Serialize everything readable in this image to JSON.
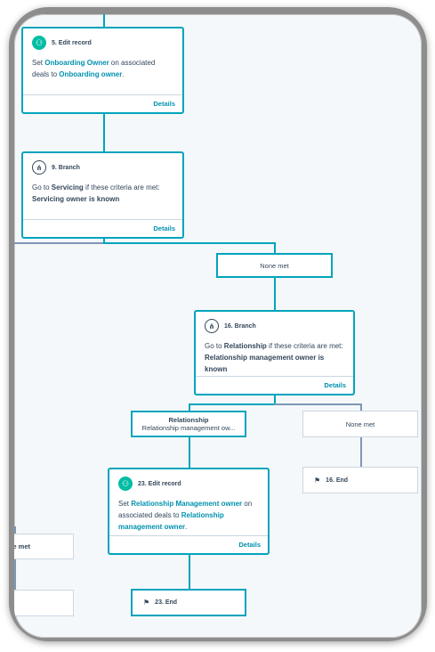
{
  "cards": {
    "edit5": {
      "title": "5. Edit record",
      "pre": "Set ",
      "l1": "Onboarding Owner",
      "mid": " on associated deals to ",
      "l2": "Onboarding owner",
      "post": ".",
      "details": "Details"
    },
    "branch9": {
      "title": "9. Branch",
      "pre": "Go to ",
      "b1": "Servicing",
      "mid": " if these criteria are met:",
      "b2": "Servicing owner is known",
      "details": "Details"
    },
    "branch16": {
      "title": "16. Branch",
      "pre": "Go to ",
      "b1": "Relationship",
      "mid": " if these criteria are met:",
      "b2": "Relationship management owner is known",
      "details": "Details"
    },
    "edit23": {
      "title": "23. Edit record",
      "pre": "Set ",
      "l1": "Relationship Management owner",
      "mid": " on associated deals to ",
      "l2": "Relationship management owner",
      "post": ".",
      "details": "Details"
    }
  },
  "labels": {
    "none_met_1": "None met",
    "rel_title": "Relationship",
    "rel_sub": "Relationship management ow...",
    "none_met_2": "None met",
    "none_met_left": "e met"
  },
  "ends": {
    "end16": "16. End",
    "end23": "23. End"
  },
  "colors": {
    "accent": "#00a4bd",
    "link": "#0091ae",
    "icon_teal": "#00bda5",
    "connector_gray": "#7c98b6",
    "text": "#33475b"
  },
  "icons": {
    "edit": "people-icon",
    "branch": "branch-icon",
    "end": "flag-icon"
  }
}
